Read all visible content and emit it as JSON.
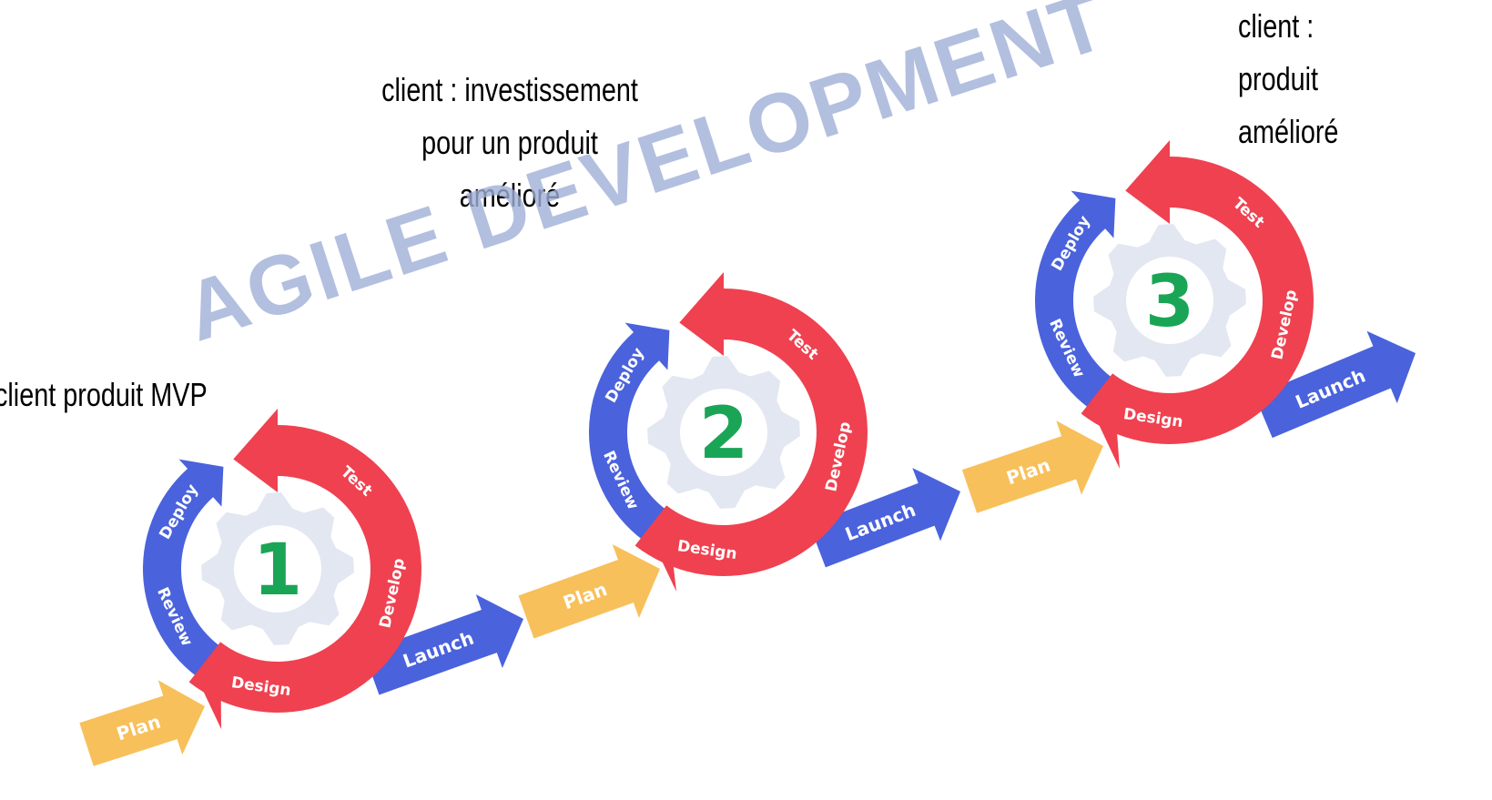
{
  "headline": "AGILE DEVELOPMENT",
  "captions": [
    "client produit MVP",
    "client : investissement\npour un produit\namélioré",
    "client :\nproduit\namélioré"
  ],
  "cycles": [
    {
      "number": "1",
      "labels": {
        "test": "Test",
        "develop": "Develop",
        "design": "Design",
        "review": "Review",
        "deploy": "Deploy"
      },
      "plan": "Plan",
      "launch": "Launch"
    },
    {
      "number": "2",
      "labels": {
        "test": "Test",
        "develop": "Develop",
        "design": "Design",
        "review": "Review",
        "deploy": "Deploy"
      },
      "plan": "Plan",
      "launch": "Launch"
    },
    {
      "number": "3",
      "labels": {
        "test": "Test",
        "develop": "Develop",
        "design": "Design",
        "review": "Review",
        "deploy": "Deploy"
      },
      "plan": "Plan",
      "launch": "Launch"
    }
  ],
  "colors": {
    "red": "#ef4150",
    "blue": "#4a62dc",
    "yellow": "#f7c05a",
    "gear": "#e3e7f1",
    "number": "#1aa556",
    "headline": "#9fb0d8"
  }
}
